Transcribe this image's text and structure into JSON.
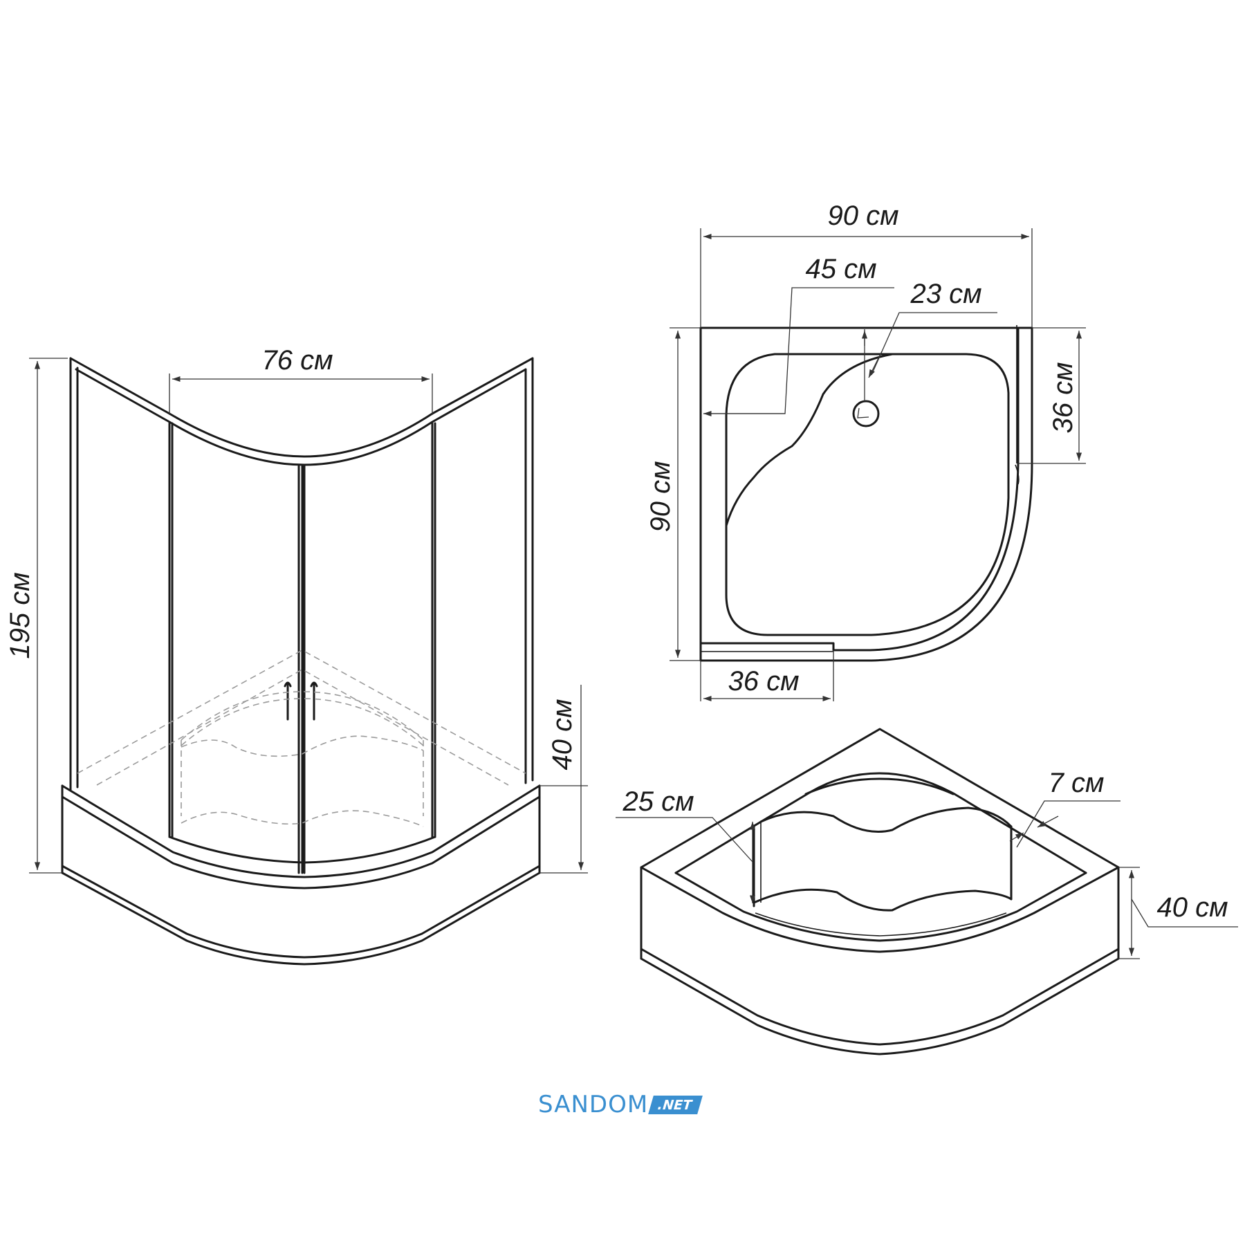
{
  "front_view": {
    "height_label": "195 см",
    "arc_width_label": "76 см",
    "tray_height_label": "40 см"
  },
  "top_view": {
    "width_label": "90 см",
    "depth_label": "90 см",
    "drain_offset_label": "45 см",
    "drain_diameter_label": "23 см",
    "side_straight_label": "36 см",
    "bottom_straight_label": "36 см"
  },
  "tray_view": {
    "seat_height_label": "25 см",
    "rim_width_label": "7 см",
    "tray_height_label": "40 см"
  },
  "brand": {
    "name": "SANDOM",
    "tld": ".NET",
    "color": "#3a8fd0"
  }
}
